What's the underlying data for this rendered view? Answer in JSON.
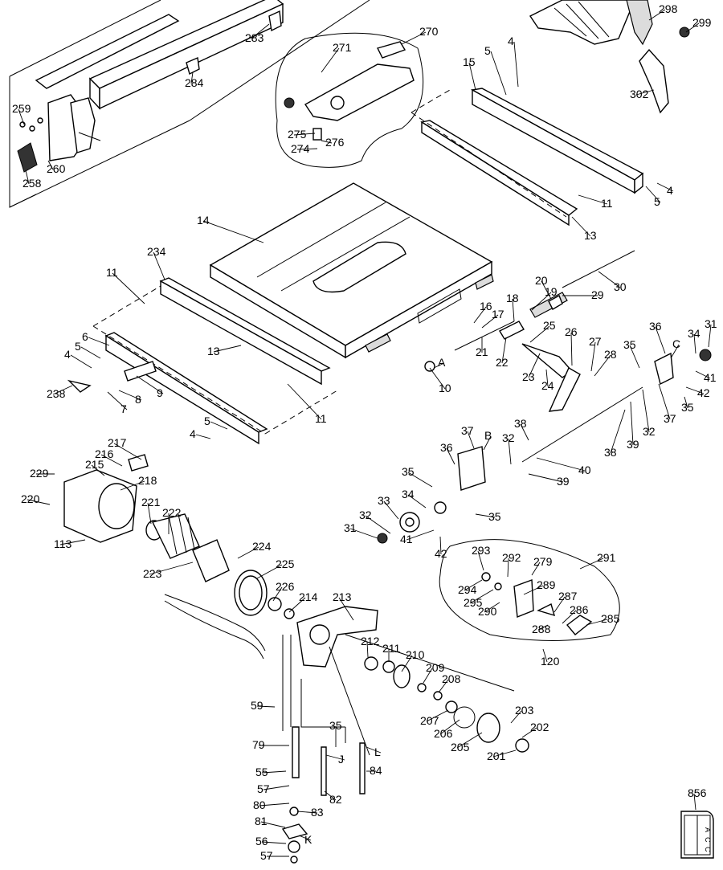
{
  "diagram": {
    "callouts": [
      {
        "id": "c-283",
        "text": "283"
      },
      {
        "id": "c-284",
        "text": "284"
      },
      {
        "id": "c-259",
        "text": "259"
      },
      {
        "id": "c-260",
        "text": "260"
      },
      {
        "id": "c-258",
        "text": "258"
      },
      {
        "id": "c-270",
        "text": "270"
      },
      {
        "id": "c-271",
        "text": "271"
      },
      {
        "id": "c-275",
        "text": "275"
      },
      {
        "id": "c-276",
        "text": "276"
      },
      {
        "id": "c-274",
        "text": "274"
      },
      {
        "id": "c-298",
        "text": "298"
      },
      {
        "id": "c-299",
        "text": "299"
      },
      {
        "id": "c-302",
        "text": "302"
      },
      {
        "id": "c-4a",
        "text": "4"
      },
      {
        "id": "c-5a",
        "text": "5"
      },
      {
        "id": "c-15",
        "text": "15"
      },
      {
        "id": "c-11a",
        "text": "11"
      },
      {
        "id": "c-5b",
        "text": "5"
      },
      {
        "id": "c-4b",
        "text": "4"
      },
      {
        "id": "c-13a",
        "text": "13"
      },
      {
        "id": "c-14",
        "text": "14"
      },
      {
        "id": "c-234",
        "text": "234"
      },
      {
        "id": "c-11b",
        "text": "11"
      },
      {
        "id": "c-30",
        "text": "30"
      },
      {
        "id": "c-20",
        "text": "20"
      },
      {
        "id": "c-19",
        "text": "19"
      },
      {
        "id": "c-29",
        "text": "29"
      },
      {
        "id": "c-18",
        "text": "18"
      },
      {
        "id": "c-16",
        "text": "16"
      },
      {
        "id": "c-17",
        "text": "17"
      },
      {
        "id": "c-25",
        "text": "25"
      },
      {
        "id": "c-26",
        "text": "26"
      },
      {
        "id": "c-36a",
        "text": "36"
      },
      {
        "id": "c-31a",
        "text": "31"
      },
      {
        "id": "c-34a",
        "text": "34"
      },
      {
        "id": "c-C",
        "text": "C"
      },
      {
        "id": "c-35a",
        "text": "35"
      },
      {
        "id": "c-27",
        "text": "27"
      },
      {
        "id": "c-28",
        "text": "28"
      },
      {
        "id": "c-41a",
        "text": "41"
      },
      {
        "id": "c-42a",
        "text": "42"
      },
      {
        "id": "c-35b",
        "text": "35"
      },
      {
        "id": "c-21",
        "text": "21"
      },
      {
        "id": "c-A",
        "text": "A"
      },
      {
        "id": "c-22",
        "text": "22"
      },
      {
        "id": "c-23",
        "text": "23"
      },
      {
        "id": "c-24",
        "text": "24"
      },
      {
        "id": "c-10",
        "text": "10"
      },
      {
        "id": "c-37a",
        "text": "37"
      },
      {
        "id": "c-32a",
        "text": "32"
      },
      {
        "id": "c-38a",
        "text": "38"
      },
      {
        "id": "c-39a",
        "text": "39"
      },
      {
        "id": "c-5c",
        "text": "5"
      },
      {
        "id": "c-6",
        "text": "6"
      },
      {
        "id": "c-4c",
        "text": "4"
      },
      {
        "id": "c-13b",
        "text": "13"
      },
      {
        "id": "c-238",
        "text": "238"
      },
      {
        "id": "c-9",
        "text": "9"
      },
      {
        "id": "c-8",
        "text": "8"
      },
      {
        "id": "c-7",
        "text": "7"
      },
      {
        "id": "c-11c",
        "text": "11"
      },
      {
        "id": "c-5d",
        "text": "5"
      },
      {
        "id": "c-4d",
        "text": "4"
      },
      {
        "id": "c-37b",
        "text": "37"
      },
      {
        "id": "c-B",
        "text": "B"
      },
      {
        "id": "c-38b",
        "text": "38"
      },
      {
        "id": "c-36b",
        "text": "36"
      },
      {
        "id": "c-32b",
        "text": "32"
      },
      {
        "id": "c-40",
        "text": "40"
      },
      {
        "id": "c-35c",
        "text": "35"
      },
      {
        "id": "c-39b",
        "text": "39"
      },
      {
        "id": "c-217",
        "text": "217"
      },
      {
        "id": "c-216",
        "text": "216"
      },
      {
        "id": "c-229",
        "text": "229"
      },
      {
        "id": "c-215",
        "text": "215"
      },
      {
        "id": "c-218",
        "text": "218"
      },
      {
        "id": "c-220",
        "text": "220"
      },
      {
        "id": "c-221",
        "text": "221"
      },
      {
        "id": "c-222",
        "text": "222"
      },
      {
        "id": "c-33",
        "text": "33"
      },
      {
        "id": "c-34b",
        "text": "34"
      },
      {
        "id": "c-35d",
        "text": "35"
      },
      {
        "id": "c-32c",
        "text": "32"
      },
      {
        "id": "c-31b",
        "text": "31"
      },
      {
        "id": "c-41b",
        "text": "41"
      },
      {
        "id": "c-42b",
        "text": "42"
      },
      {
        "id": "c-113",
        "text": "113"
      },
      {
        "id": "c-224",
        "text": "224"
      },
      {
        "id": "c-225",
        "text": "225"
      },
      {
        "id": "c-223",
        "text": "223"
      },
      {
        "id": "c-226",
        "text": "226"
      },
      {
        "id": "c-214",
        "text": "214"
      },
      {
        "id": "c-213",
        "text": "213"
      },
      {
        "id": "c-293",
        "text": "293"
      },
      {
        "id": "c-292",
        "text": "292"
      },
      {
        "id": "c-279",
        "text": "279"
      },
      {
        "id": "c-291",
        "text": "291"
      },
      {
        "id": "c-289",
        "text": "289"
      },
      {
        "id": "c-294",
        "text": "294"
      },
      {
        "id": "c-295",
        "text": "295"
      },
      {
        "id": "c-290",
        "text": "290"
      },
      {
        "id": "c-287",
        "text": "287"
      },
      {
        "id": "c-286",
        "text": "286"
      },
      {
        "id": "c-285",
        "text": "285"
      },
      {
        "id": "c-288",
        "text": "288"
      },
      {
        "id": "c-120",
        "text": "120"
      },
      {
        "id": "c-212",
        "text": "212"
      },
      {
        "id": "c-211",
        "text": "211"
      },
      {
        "id": "c-210",
        "text": "210"
      },
      {
        "id": "c-209",
        "text": "209"
      },
      {
        "id": "c-208",
        "text": "208"
      },
      {
        "id": "c-207",
        "text": "207"
      },
      {
        "id": "c-206",
        "text": "206"
      },
      {
        "id": "c-205",
        "text": "205"
      },
      {
        "id": "c-203",
        "text": "203"
      },
      {
        "id": "c-202",
        "text": "202"
      },
      {
        "id": "c-201",
        "text": "201"
      },
      {
        "id": "c-59",
        "text": "59"
      },
      {
        "id": "c-35e",
        "text": "35"
      },
      {
        "id": "c-79",
        "text": "79"
      },
      {
        "id": "c-J",
        "text": "J"
      },
      {
        "id": "c-L",
        "text": "L"
      },
      {
        "id": "c-55",
        "text": "55"
      },
      {
        "id": "c-84",
        "text": "84"
      },
      {
        "id": "c-57a",
        "text": "57"
      },
      {
        "id": "c-82",
        "text": "82"
      },
      {
        "id": "c-80",
        "text": "80"
      },
      {
        "id": "c-83",
        "text": "83"
      },
      {
        "id": "c-81",
        "text": "81"
      },
      {
        "id": "c-56",
        "text": "56"
      },
      {
        "id": "c-K",
        "text": "K"
      },
      {
        "id": "c-57b",
        "text": "57"
      },
      {
        "id": "c-856",
        "text": "856"
      }
    ],
    "label_856": {
      "letters": [
        "A",
        "C",
        "C"
      ]
    }
  }
}
